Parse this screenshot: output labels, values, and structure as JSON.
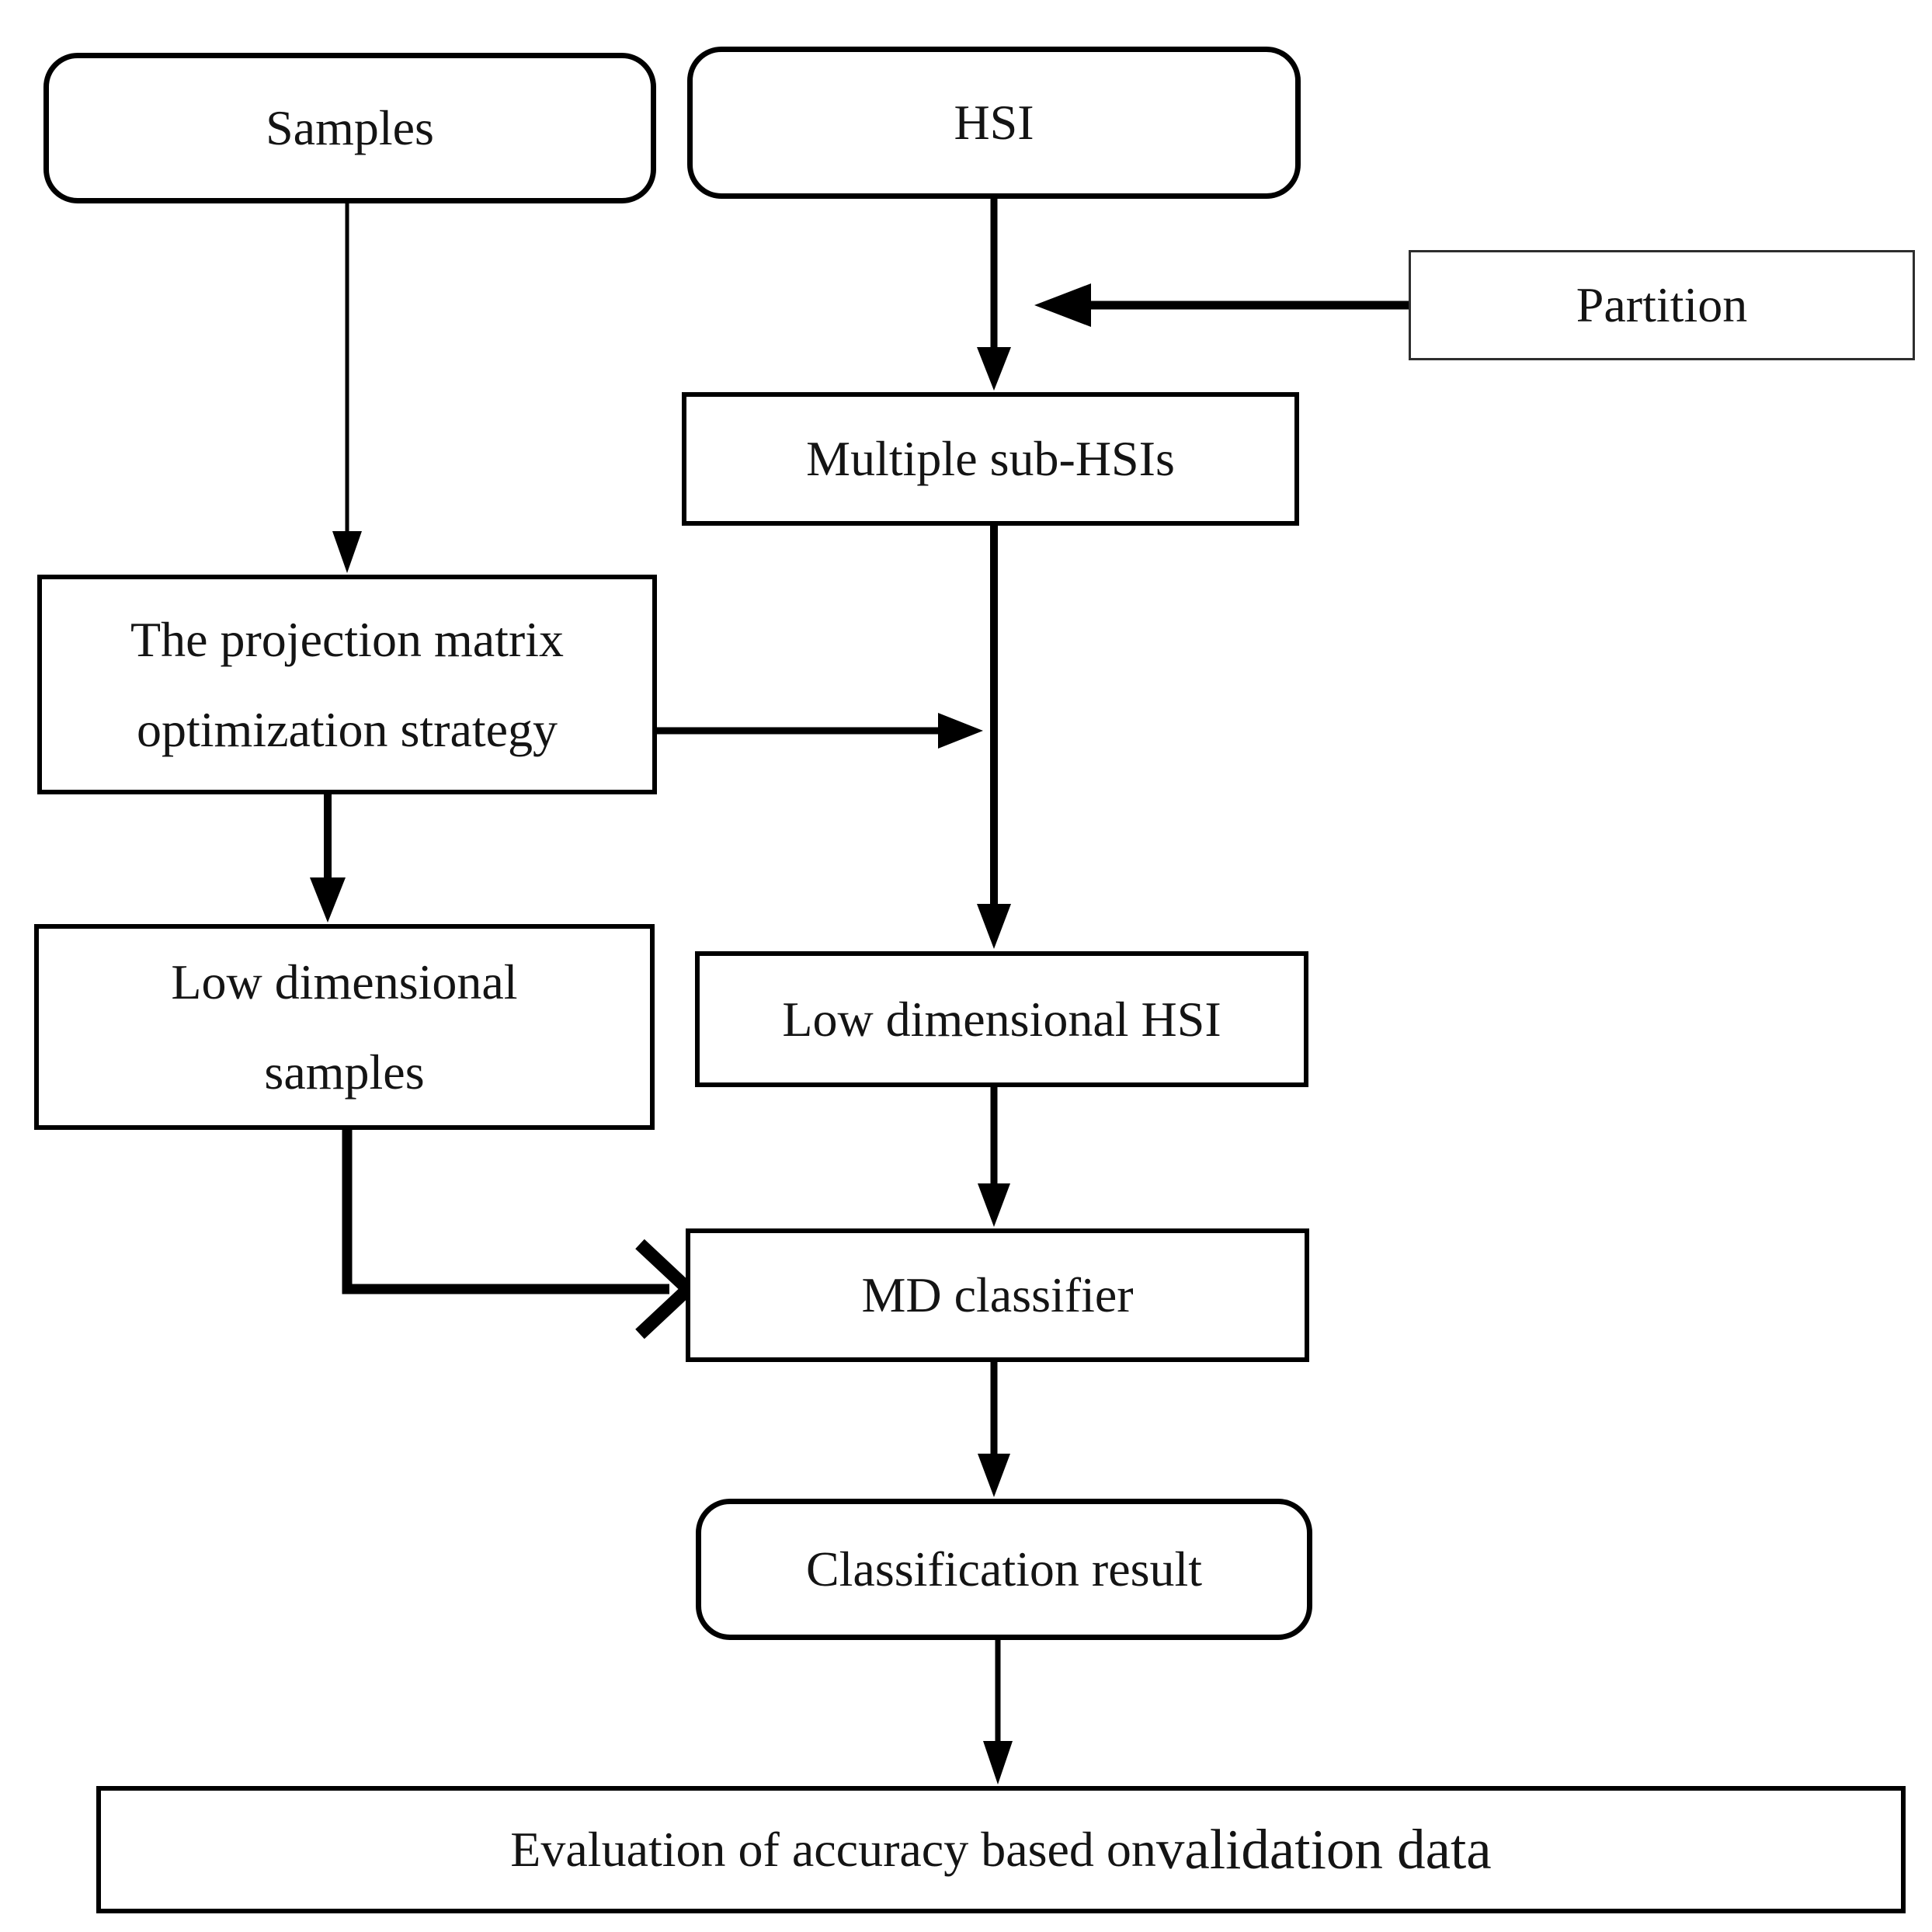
{
  "figure": {
    "type": "flowchart",
    "background_color": "#ffffff",
    "line_color": "#000000",
    "text_color": "#141414"
  },
  "nodes": {
    "samples": {
      "label": "Samples",
      "shape": "rounded"
    },
    "hsi": {
      "label": "HSI",
      "shape": "rounded"
    },
    "partition": {
      "label": "Partition",
      "shape": "rectangle-thin"
    },
    "multiple_sub_hsis": {
      "label": "Multiple sub-HSIs",
      "shape": "rectangle"
    },
    "projection_matrix": {
      "line1": "The projection matrix",
      "line2": "optimization strategy",
      "shape": "rectangle"
    },
    "low_dimensional_samples": {
      "line1": "Low dimensional",
      "line2": "samples",
      "shape": "rectangle"
    },
    "low_dimensional_hsi": {
      "label": "Low dimensional HSI",
      "shape": "rectangle"
    },
    "md_classifier": {
      "label": "MD classifier",
      "shape": "rectangle"
    },
    "classification_result": {
      "label": "Classification result",
      "shape": "rounded"
    },
    "evaluation": {
      "label_prefix": "Evaluation of accuracy based on ",
      "label_emphasis": "validation data",
      "shape": "rectangle"
    }
  },
  "edges": [
    {
      "from": "samples",
      "to": "projection_matrix",
      "style": "arrow"
    },
    {
      "from": "hsi",
      "to": "multiple_sub_hsis",
      "style": "arrow"
    },
    {
      "from": "partition",
      "to": "hsi_flow_line",
      "style": "arrow"
    },
    {
      "from": "multiple_sub_hsis",
      "to": "low_dimensional_hsi",
      "style": "arrow"
    },
    {
      "from": "projection_matrix",
      "to": "hsi_flow_line",
      "style": "arrow"
    },
    {
      "from": "projection_matrix",
      "to": "low_dimensional_samples",
      "style": "arrow"
    },
    {
      "from": "low_dimensional_samples",
      "to": "md_classifier",
      "style": "elbow-arrow"
    },
    {
      "from": "low_dimensional_hsi",
      "to": "md_classifier",
      "style": "arrow"
    },
    {
      "from": "md_classifier",
      "to": "classification_result",
      "style": "arrow"
    },
    {
      "from": "classification_result",
      "to": "evaluation",
      "style": "arrow"
    }
  ]
}
